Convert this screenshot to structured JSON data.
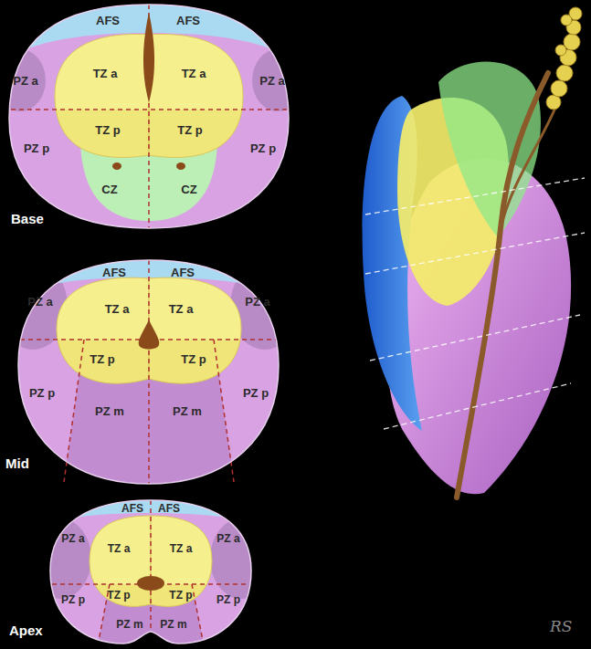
{
  "diagram": {
    "nodes": [
      {
        "text": [
          "Base"
        ]
      },
      {
        "text": [
          "AFS"
        ],
        "in": 0
      },
      {
        "text": [
          "AFS"
        ],
        "in": 0
      },
      {
        "text": [
          "PZ a"
        ],
        "in": 0
      },
      {
        "text": [
          "TZ a"
        ],
        "in": 0
      },
      {
        "text": [
          "TZ a"
        ],
        "in": 0
      },
      {
        "text": [
          "PZ a"
        ],
        "in": 0
      },
      {
        "text": [
          "TZ p"
        ],
        "in": 0
      },
      {
        "text": [
          "TZ p"
        ],
        "in": 0
      },
      {
        "text": [
          "PZ p"
        ],
        "in": 0
      },
      {
        "text": [
          "PZ p"
        ],
        "in": 0
      },
      {
        "text": [
          "CZ"
        ],
        "in": 0
      },
      {
        "text": [
          "CZ"
        ],
        "in": 0
      },
      {
        "text": [
          "Mid"
        ]
      },
      {
        "text": [
          "AFS"
        ],
        "in": 13
      },
      {
        "text": [
          "AFS"
        ],
        "in": 13
      },
      {
        "text": [
          "PZ a"
        ],
        "in": 13
      },
      {
        "text": [
          "TZ a"
        ],
        "in": 13
      },
      {
        "text": [
          "TZ a"
        ],
        "in": 13
      },
      {
        "text": [
          "PZ a"
        ],
        "in": 13
      },
      {
        "text": [
          "TZ p"
        ],
        "in": 13
      },
      {
        "text": [
          "TZ p"
        ],
        "in": 13
      },
      {
        "text": [
          "PZ p"
        ],
        "in": 13
      },
      {
        "text": [
          "PZ m"
        ],
        "in": 13
      },
      {
        "text": [
          "PZ m"
        ],
        "in": 13
      },
      {
        "text": [
          "PZ p"
        ],
        "in": 13
      },
      {
        "text": [
          "Apex"
        ]
      },
      {
        "text": [
          "AFS"
        ],
        "in": 26
      },
      {
        "text": [
          "AFS"
        ],
        "in": 26
      },
      {
        "text": [
          "PZ a"
        ],
        "in": 26
      },
      {
        "text": [
          "TZ a"
        ],
        "in": 26
      },
      {
        "text": [
          "TZ a"
        ],
        "in": 26
      },
      {
        "text": [
          "PZ a"
        ],
        "in": 26
      },
      {
        "text": [
          "TZ p"
        ],
        "in": 26
      },
      {
        "text": [
          "TZ p"
        ],
        "in": 26
      },
      {
        "text": [
          "PZ p"
        ],
        "in": 26
      },
      {
        "text": [
          "PZ m"
        ],
        "in": 26
      },
      {
        "text": [
          "PZ m"
        ],
        "in": 26
      },
      {
        "text": [
          "PZ p"
        ],
        "in": 26
      }
    ],
    "labels": [
      "RS"
    ]
  }
}
